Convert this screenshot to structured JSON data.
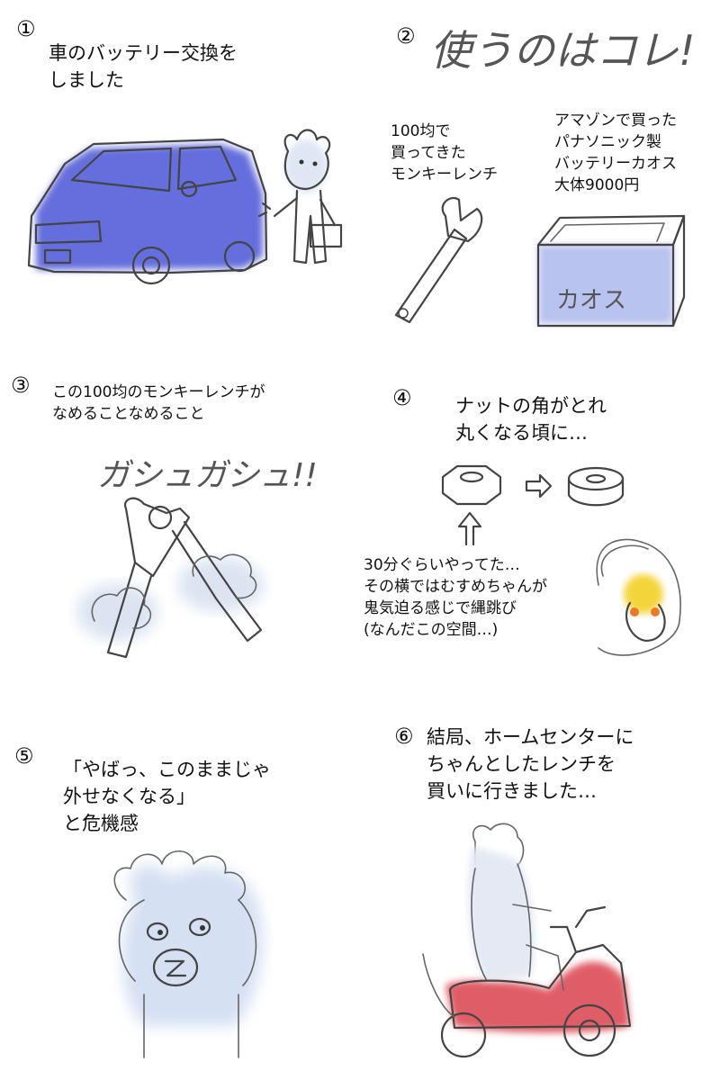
{
  "panel1": {
    "number": "①",
    "text": "車のバッテリー交換を\nしました"
  },
  "panel2": {
    "number": "②",
    "title": "使うのはコレ!",
    "wrench_note": "100均で\n買ってきた\nモンキーレンチ",
    "battery_note": "アマゾンで買った\nパナソニック製\nバッテリーカオス\n大体9000円",
    "battery_label": "カオス"
  },
  "panel3": {
    "number": "③",
    "text": "この100均のモンキーレンチが\nなめることなめること",
    "sfx": "ガシュガシュ!!"
  },
  "panel4": {
    "number": "④",
    "text": "ナットの角がとれ\n丸くなる頃に…",
    "note": "30分ぐらいやってた…\nその横ではむすめちゃんが\n鬼気迫る感じで縄跳び\n(なんだこの空間…)"
  },
  "panel5": {
    "number": "⑤",
    "text": "「やばっ、このままじゃ\n外せなくなる」\nと危機感"
  },
  "panel6": {
    "number": "⑥",
    "text": "結局、ホームセンターに\nちゃんとしたレンチを\n買いに行きました…"
  },
  "colors": {
    "car": "#4a55d6",
    "battery": "#b9c3ef",
    "scooter": "#d8343f",
    "bear": "#dfe7f5",
    "chick": "#f4d43a"
  }
}
